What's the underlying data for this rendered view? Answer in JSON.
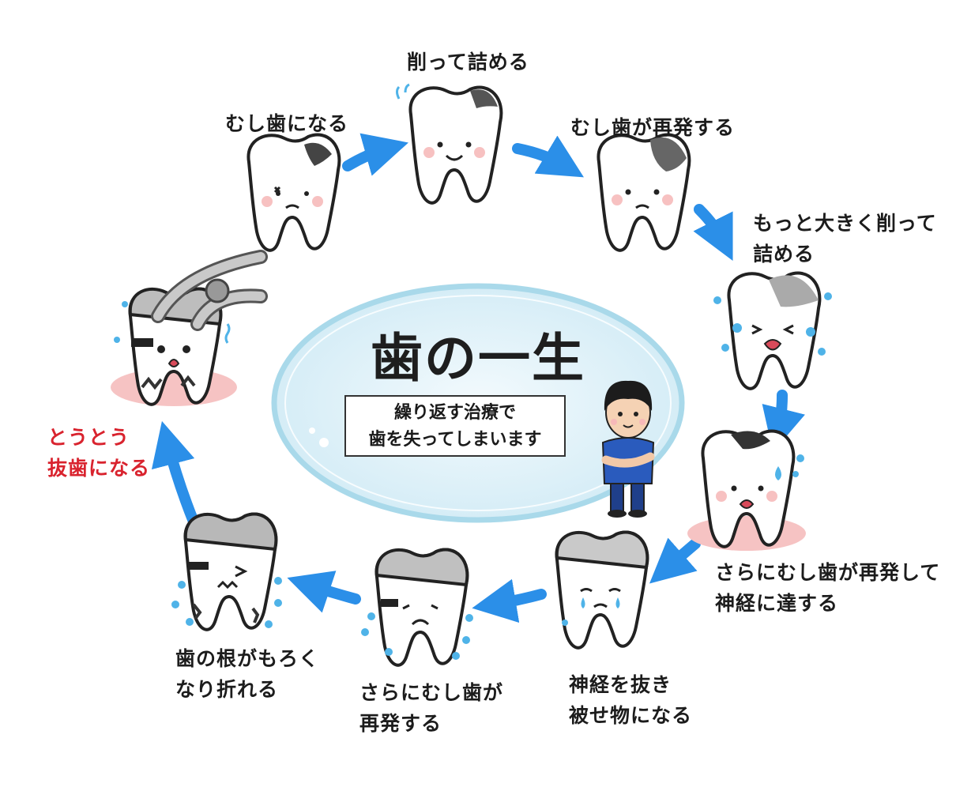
{
  "title": "歯の一生",
  "subtitle_lines": [
    "繰り返す治療で",
    "歯を失ってしまいます"
  ],
  "steps": [
    {
      "lines": [
        "むし歯になる"
      ],
      "color": "#1c1c1c"
    },
    {
      "lines": [
        "削って詰める"
      ],
      "color": "#1c1c1c"
    },
    {
      "lines": [
        "むし歯が再発する"
      ],
      "color": "#1c1c1c"
    },
    {
      "lines": [
        "もっと大きく削って",
        "詰める"
      ],
      "color": "#1c1c1c"
    },
    {
      "lines": [
        "さらにむし歯が再発して",
        "神経に達する"
      ],
      "color": "#1c1c1c"
    },
    {
      "lines": [
        "神経を抜き",
        "被せ物になる"
      ],
      "color": "#1c1c1c"
    },
    {
      "lines": [
        "さらにむし歯が",
        "再発する"
      ],
      "color": "#1c1c1c"
    },
    {
      "lines": [
        "歯の根がもろく",
        "なり折れる"
      ],
      "color": "#1c1c1c"
    },
    {
      "lines": [
        "とうとう",
        "抜歯になる"
      ],
      "color": "#d9232e"
    }
  ],
  "colors": {
    "arrow": "#2b8fe8",
    "oval_border": "#a9d9ea",
    "oval_fill": "#d6eef6",
    "tear": "#4fb3e8",
    "gum": "#f6c3c3"
  },
  "icons": [
    "tooth-icon",
    "forceps-icon",
    "dentist-figure-icon",
    "cycle-arrow-icon"
  ]
}
